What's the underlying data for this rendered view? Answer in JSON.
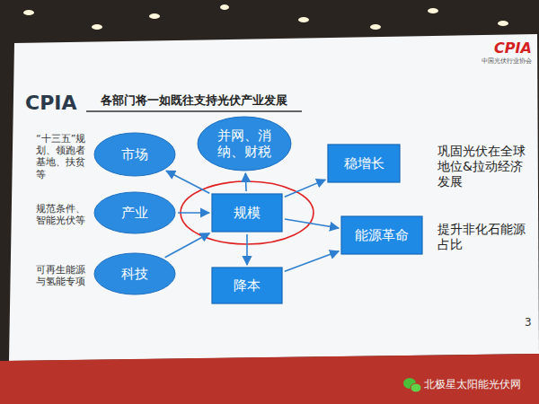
{
  "diagram": {
    "title": "各部门将一如既往支持光伏产业发展",
    "nodes": [
      {
        "text": [
          "市场"
        ]
      },
      {
        "text": [
          "产业"
        ]
      },
      {
        "text": [
          "科技"
        ]
      },
      {
        "text": [
          "并网、消纳、财税"
        ]
      },
      {
        "text": [
          "规模"
        ]
      },
      {
        "text": [
          "降本"
        ]
      },
      {
        "text": [
          "稳增长"
        ]
      },
      {
        "text": [
          "能源革命"
        ]
      }
    ],
    "edges": [
      {
        "from": 4,
        "to": 0,
        "arrow": "to"
      },
      {
        "from": 4,
        "to": 3,
        "arrow": "to"
      },
      {
        "from": 1,
        "to": 4,
        "arrow": "to"
      },
      {
        "from": 2,
        "to": 4,
        "arrow": "to"
      },
      {
        "from": 4,
        "to": 5,
        "arrow": "to"
      },
      {
        "from": 4,
        "to": 6,
        "arrow": "to"
      },
      {
        "from": 4,
        "to": 7,
        "arrow": "to"
      },
      {
        "from": 5,
        "to": 7,
        "arrow": "to"
      }
    ],
    "labels": [
      "CPIA",
      "中国光伏行业协会",
      "CPIA",
      "“十三五”规划、领跑者基地、扶贫等",
      "规范条件、智能光伏等",
      "可再生能源与氢能专项",
      "巩固光伏在全球地位&拉动经济发展",
      "提升非化石能源占比",
      "3",
      "北极星太阳能光伏网"
    ]
  }
}
